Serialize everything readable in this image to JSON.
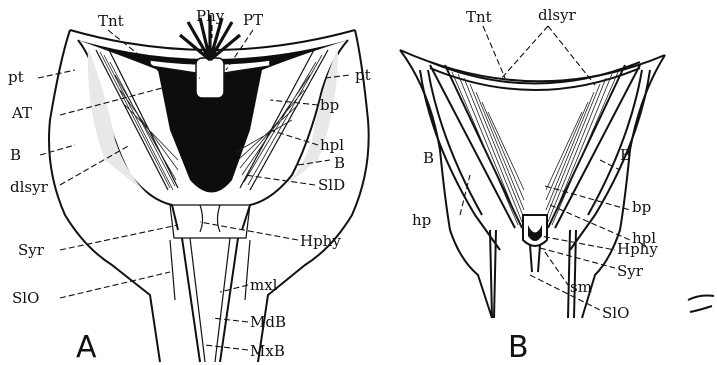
{
  "figures": [
    {
      "id": "A",
      "panel_label": "A",
      "labels": {
        "Tnt": "Tnt",
        "Phy": "Phy",
        "PT": "PT",
        "pt_left": "pt",
        "pt_right": "pt",
        "AT": "AT",
        "bp": "bp",
        "hpl": "hpl",
        "B_left": "B",
        "B_right": "B",
        "dlsyr": "dlsyr",
        "SlD": "SlD",
        "Hphy": "Hphy",
        "Syr": "Syr",
        "mxl": "mxl",
        "SlO": "SlO",
        "MdB": "MdB",
        "MxB": "MxB"
      }
    },
    {
      "id": "B",
      "panel_label": "B",
      "labels": {
        "Tnt": "Tnt",
        "dlsyr": "dlsyr",
        "B_left": "B",
        "B_right": "B",
        "bp": "bp",
        "hp": "hp",
        "hpl": "hpl",
        "Hphy": "Hphy",
        "Syr": "Syr",
        "sm": "sm",
        "SlO": "SlO"
      }
    }
  ]
}
